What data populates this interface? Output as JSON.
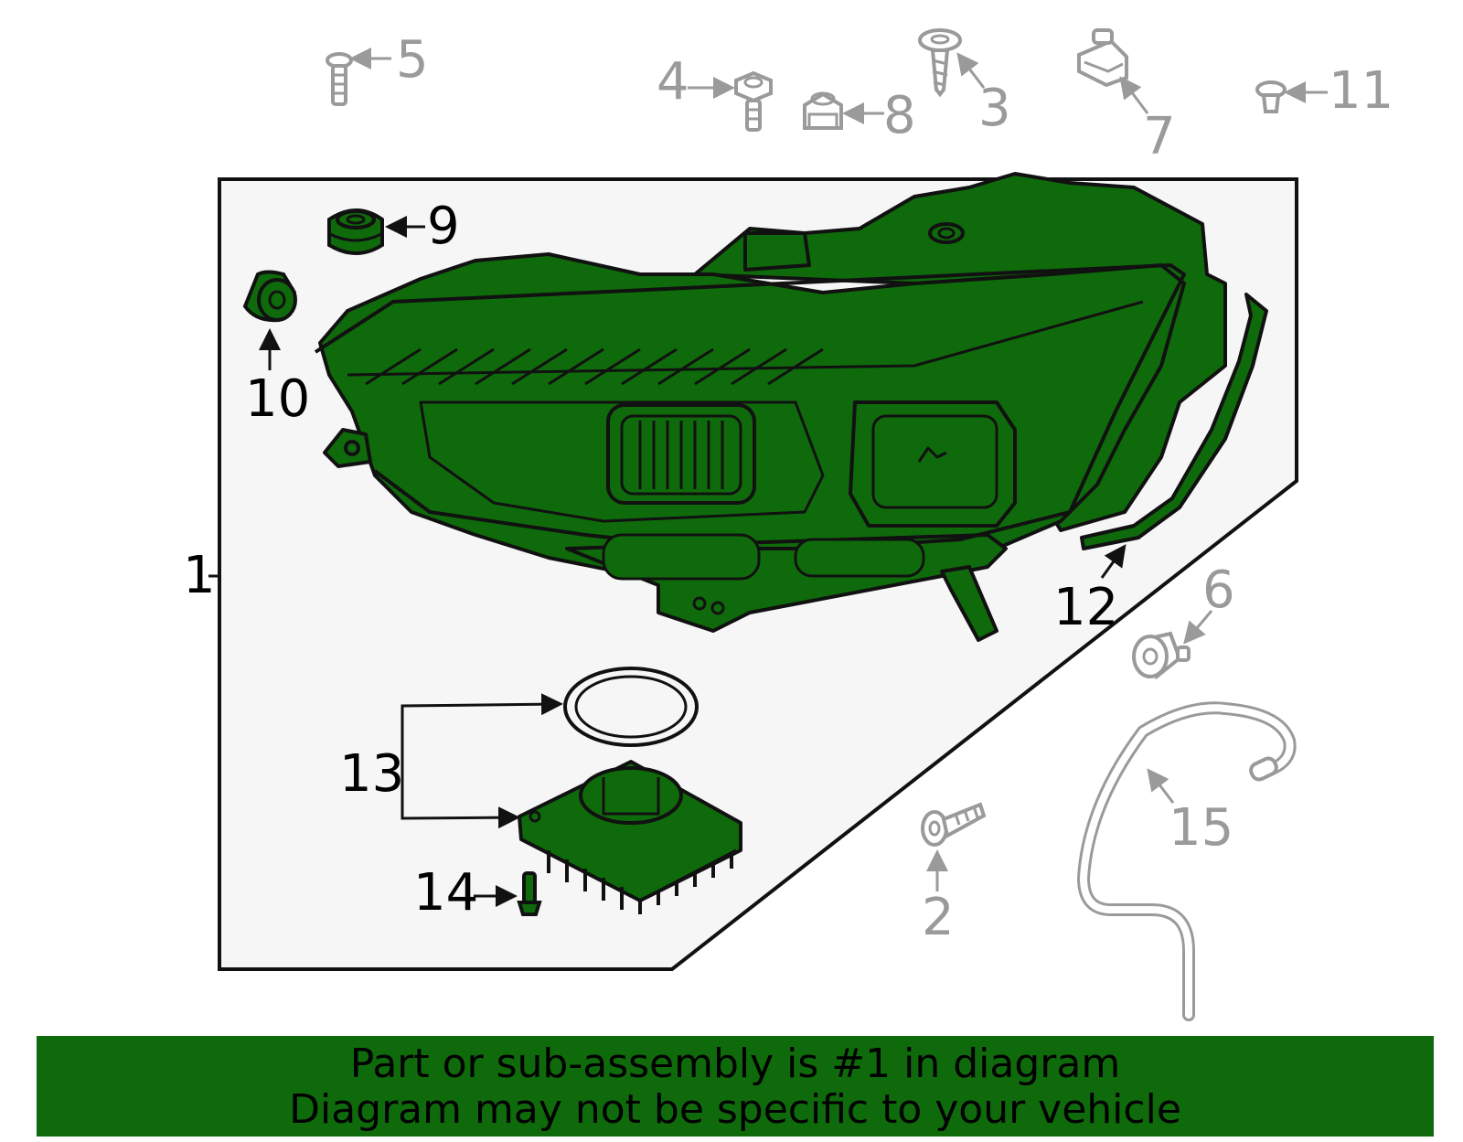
{
  "colors": {
    "highlight": "#0f6a0b",
    "panel": "#f6f6f6",
    "dark_line": "#111111",
    "grey_part": "#9a9a9a"
  },
  "callouts": [
    {
      "id": "1",
      "text": "1"
    },
    {
      "id": "2",
      "text": "2"
    },
    {
      "id": "3",
      "text": "3"
    },
    {
      "id": "4",
      "text": "4"
    },
    {
      "id": "5",
      "text": "5"
    },
    {
      "id": "6",
      "text": "6"
    },
    {
      "id": "7",
      "text": "7"
    },
    {
      "id": "8",
      "text": "8"
    },
    {
      "id": "9",
      "text": "9"
    },
    {
      "id": "10",
      "text": "10"
    },
    {
      "id": "11",
      "text": "11"
    },
    {
      "id": "12",
      "text": "12"
    },
    {
      "id": "13",
      "text": "13"
    },
    {
      "id": "14",
      "text": "14"
    },
    {
      "id": "15",
      "text": "15"
    }
  ],
  "footer": {
    "line1": "Part or sub-assembly is #1 in diagram",
    "line2": "Diagram may not be specific to your vehicle"
  }
}
